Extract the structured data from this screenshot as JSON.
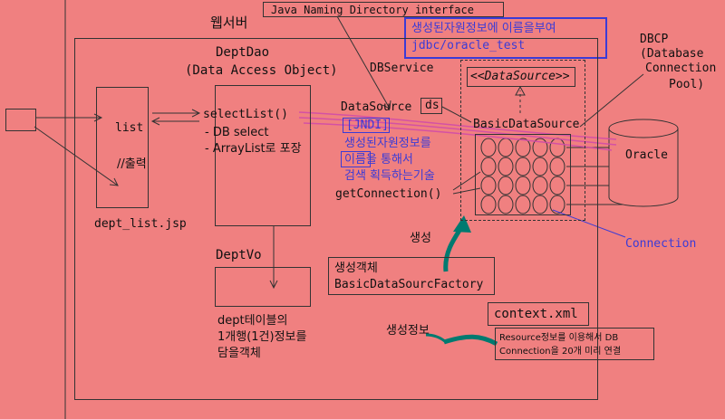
{
  "jndi_banner": "Java Naming Directory interface",
  "webserver_label": "웹서버",
  "note_top": {
    "line1": "생성된자원정보에 이름을부여",
    "line2": "jdbc/oracle_test"
  },
  "dbcp": {
    "l1": "DBCP",
    "l2": "(Database",
    "l3": "Connection",
    "l4": "Pool)"
  },
  "deptdao": {
    "title": "DeptDao",
    "subtitle": "(Data Access Object)"
  },
  "dbservice": "DBService",
  "datasource_label": "DataSource",
  "ds_label": "ds",
  "datasource_iface": "<<DataSource>>",
  "basic_ds": "BasicDataSource",
  "jndi": "[JNDI]",
  "jndi_desc": {
    "l1": "생성된자원정보를",
    "l2": "이름을 통해서",
    "l3": "검색 획득하는기술"
  },
  "get_connection": "getConnection()",
  "oracle": "Oracle",
  "connection": "Connection",
  "list_box": {
    "list": "list",
    "print": "//출력",
    "caption": "dept_list.jsp"
  },
  "dao_methods": {
    "m1": "selectList()",
    "m2": "- DB select",
    "m3": "- ArrayList로 포장"
  },
  "deptvo": {
    "title": "DeptVo",
    "d1": "dept테이블의",
    "d2": "1개행(1건)정보를",
    "d3": "담을객체"
  },
  "create_label": "생성",
  "factory": {
    "l1": "생성객체",
    "l2": "BasicDataSourcFactory"
  },
  "context": "context.xml",
  "create_info": "생성정보",
  "resource_note": {
    "l1": "Resource정보를 이용해서 DB",
    "l2": "Connection을 20개 미리 연결"
  },
  "colors": {
    "background": "#f08080",
    "accent_blue": "#3b3bd6",
    "arrow_teal": "#007a70"
  }
}
